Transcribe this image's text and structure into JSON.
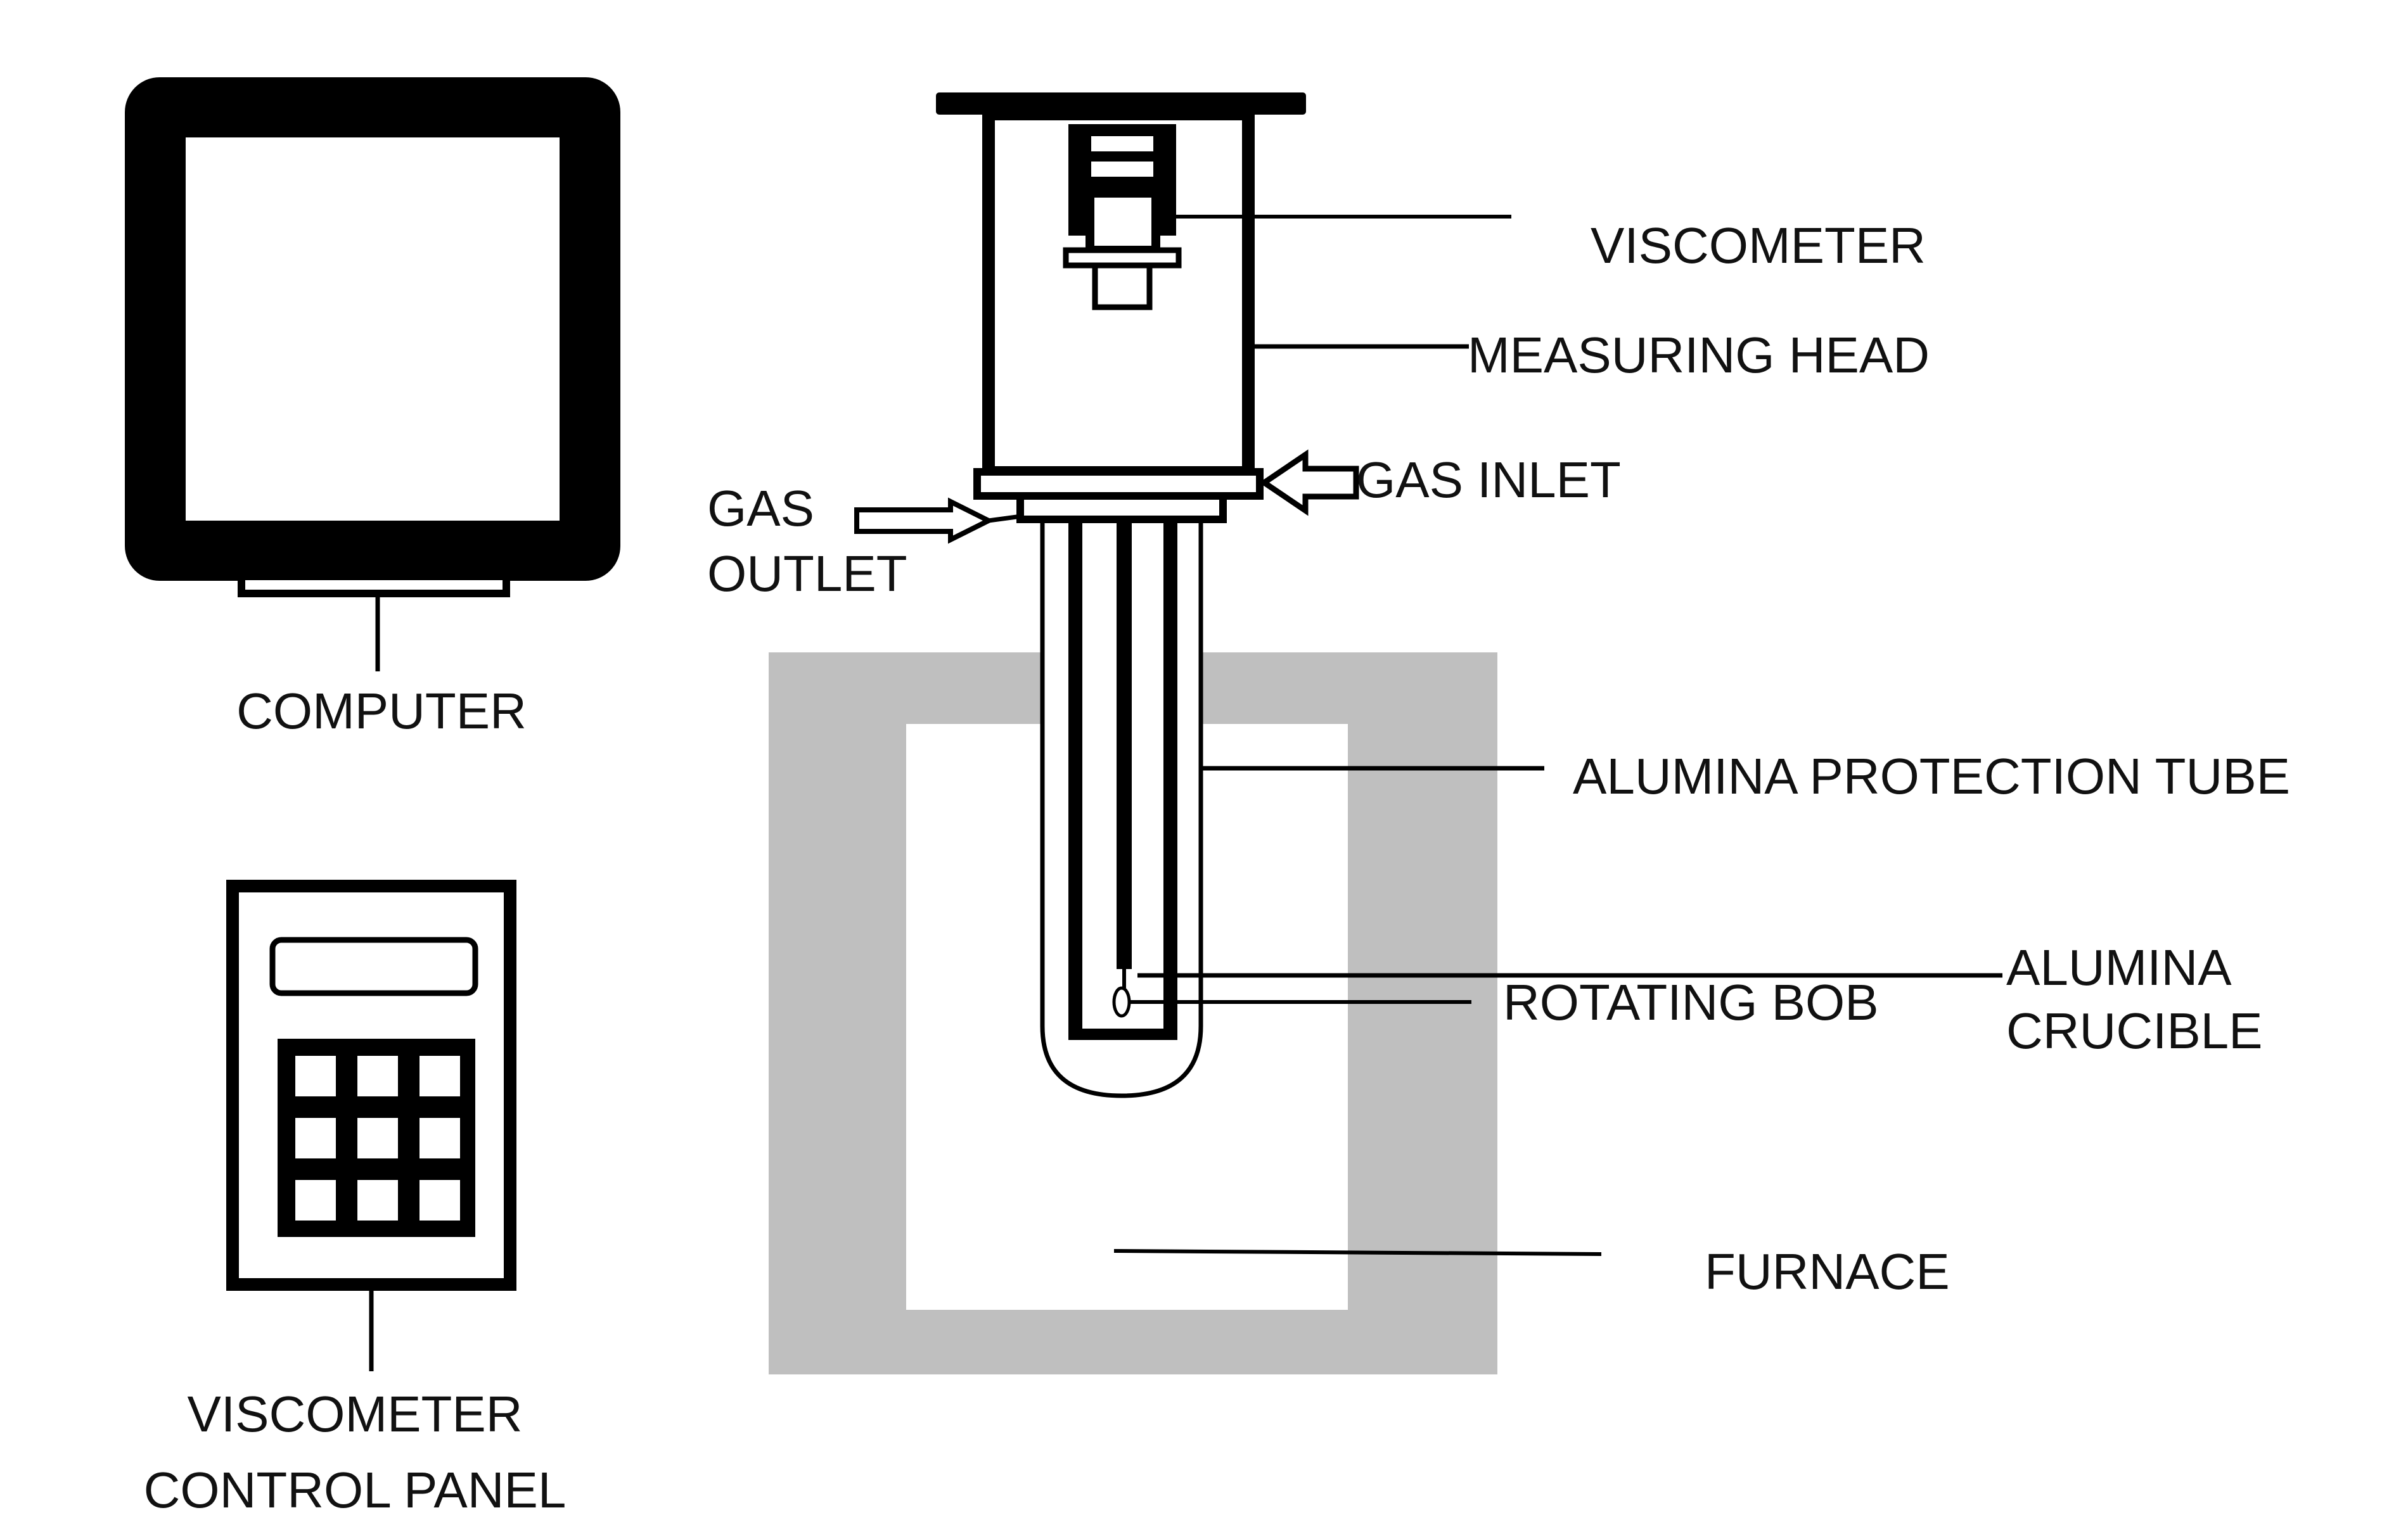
{
  "labels": {
    "computer": "COMPUTER",
    "control_panel": [
      "VISCOMETER",
      "CONTROL PANEL"
    ],
    "viscometer": "VISCOMETER",
    "measuring_head": "MEASURING HEAD",
    "gas_inlet": "GAS INLET",
    "gas_outlet": [
      "GAS",
      "OUTLET"
    ],
    "alumina_protection_tube": "ALUMINA PROTECTION TUBE",
    "rotating_bob": "ROTATING BOB",
    "alumina_crucible": [
      "ALUMINA",
      "CRUCIBLE"
    ],
    "furnace": "FURNACE"
  },
  "colors": {
    "line": "#000000",
    "furnace_wall": "#bfbfbf",
    "background": "#ffffff"
  }
}
